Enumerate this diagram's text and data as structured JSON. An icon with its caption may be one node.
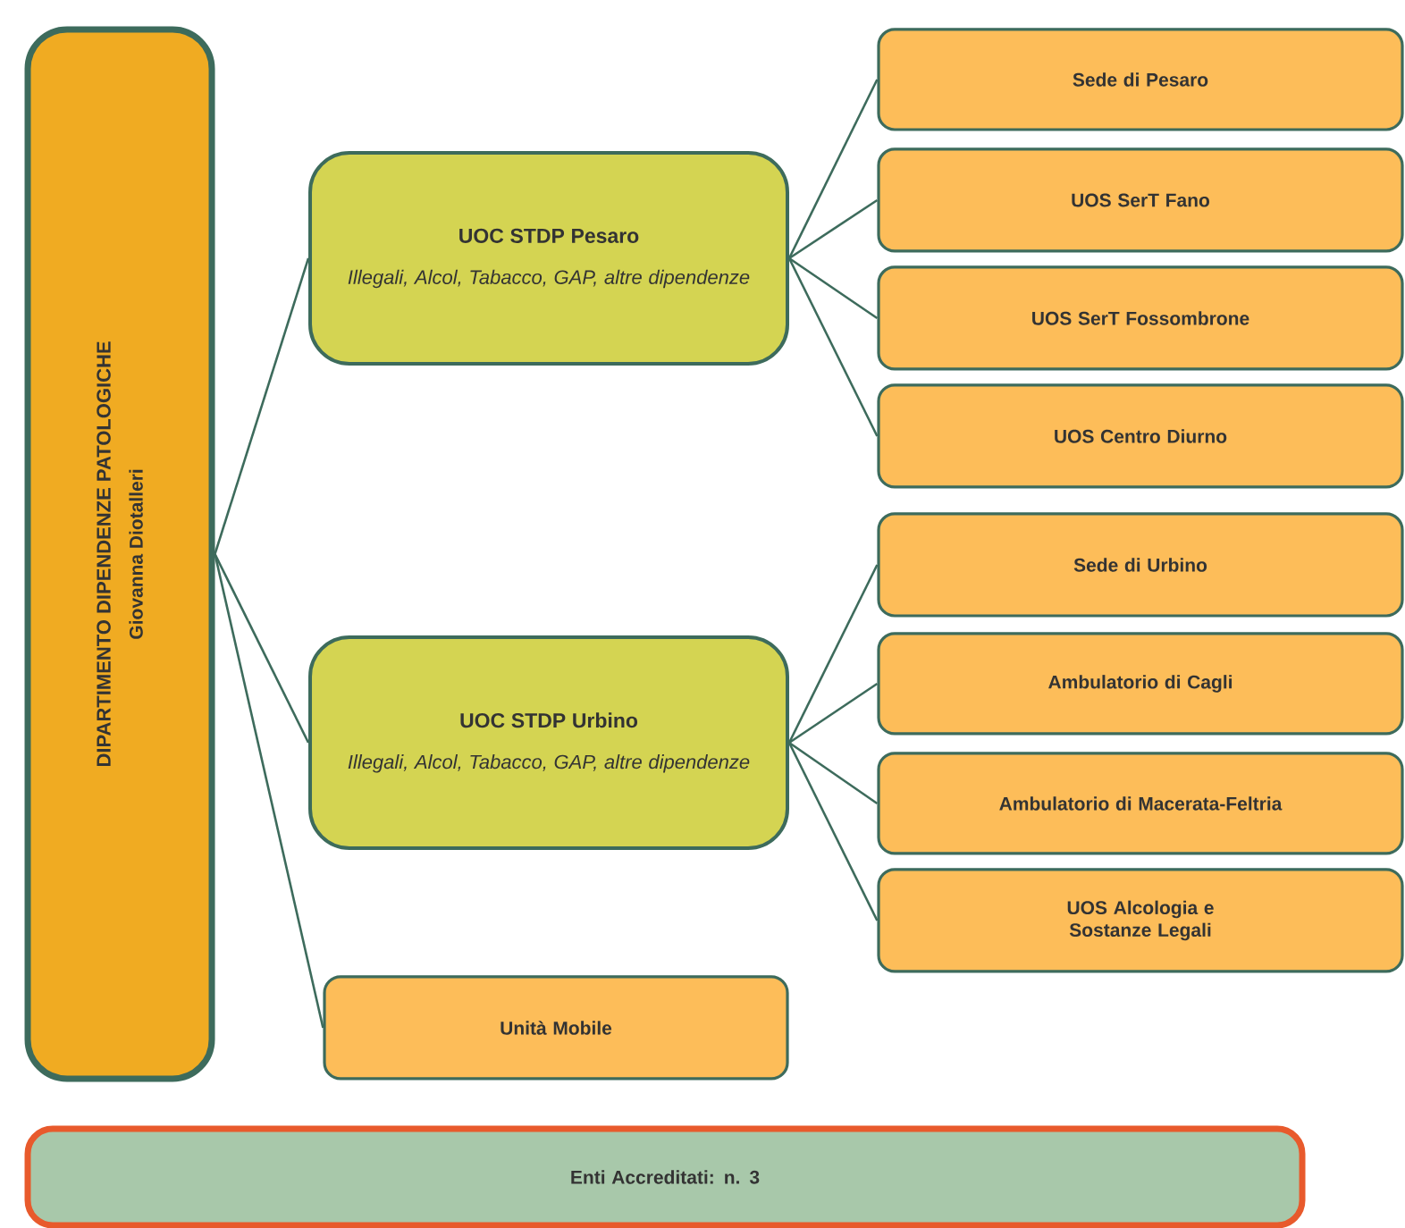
{
  "diagram": {
    "nodes": [
      {
        "text": [
          "DIPARTIMENTO DIPENDENZE PATOLOGICHE",
          "Giovanna Diotalleri"
        ]
      },
      {
        "text": [
          "UOC  STDP Pesaro",
          "Illegali, Alcol, Tabacco, GAP, altre dipendenze"
        ]
      },
      {
        "text": [
          "Sede di Pesaro"
        ]
      },
      {
        "text": [
          "UOS SerT Fano"
        ]
      },
      {
        "text": [
          "UOS SerT Fossombrone"
        ]
      },
      {
        "text": [
          "UOS Centro Diurno"
        ]
      },
      {
        "text": [
          "UOC  STDP Urbino",
          "Illegali, Alcol, Tabacco, GAP, altre dipendenze"
        ]
      },
      {
        "text": [
          "Sede di Urbino"
        ]
      },
      {
        "text": [
          "Ambulatorio di Cagli"
        ]
      },
      {
        "text": [
          "Ambulatorio di Macerata-Feltria"
        ]
      },
      {
        "text": [
          "UOS Alcologia e Sostanze Legali"
        ]
      },
      {
        "text": [
          "Unità Mobile"
        ]
      },
      {
        "text": [
          "Enti Accreditati: n. 3"
        ]
      }
    ],
    "edges": [
      {
        "from": 0,
        "to": 1,
        "arrow": "none"
      },
      {
        "from": 0,
        "to": 6,
        "arrow": "none"
      },
      {
        "from": 0,
        "to": 11,
        "arrow": "none"
      },
      {
        "from": 1,
        "to": 2,
        "arrow": "none"
      },
      {
        "from": 1,
        "to": 3,
        "arrow": "none"
      },
      {
        "from": 1,
        "to": 4,
        "arrow": "none"
      },
      {
        "from": 1,
        "to": 5,
        "arrow": "none"
      },
      {
        "from": 6,
        "to": 7,
        "arrow": "none"
      },
      {
        "from": 6,
        "to": 8,
        "arrow": "none"
      },
      {
        "from": 6,
        "to": 9,
        "arrow": "none"
      },
      {
        "from": 6,
        "to": 10,
        "arrow": "none"
      }
    ]
  }
}
